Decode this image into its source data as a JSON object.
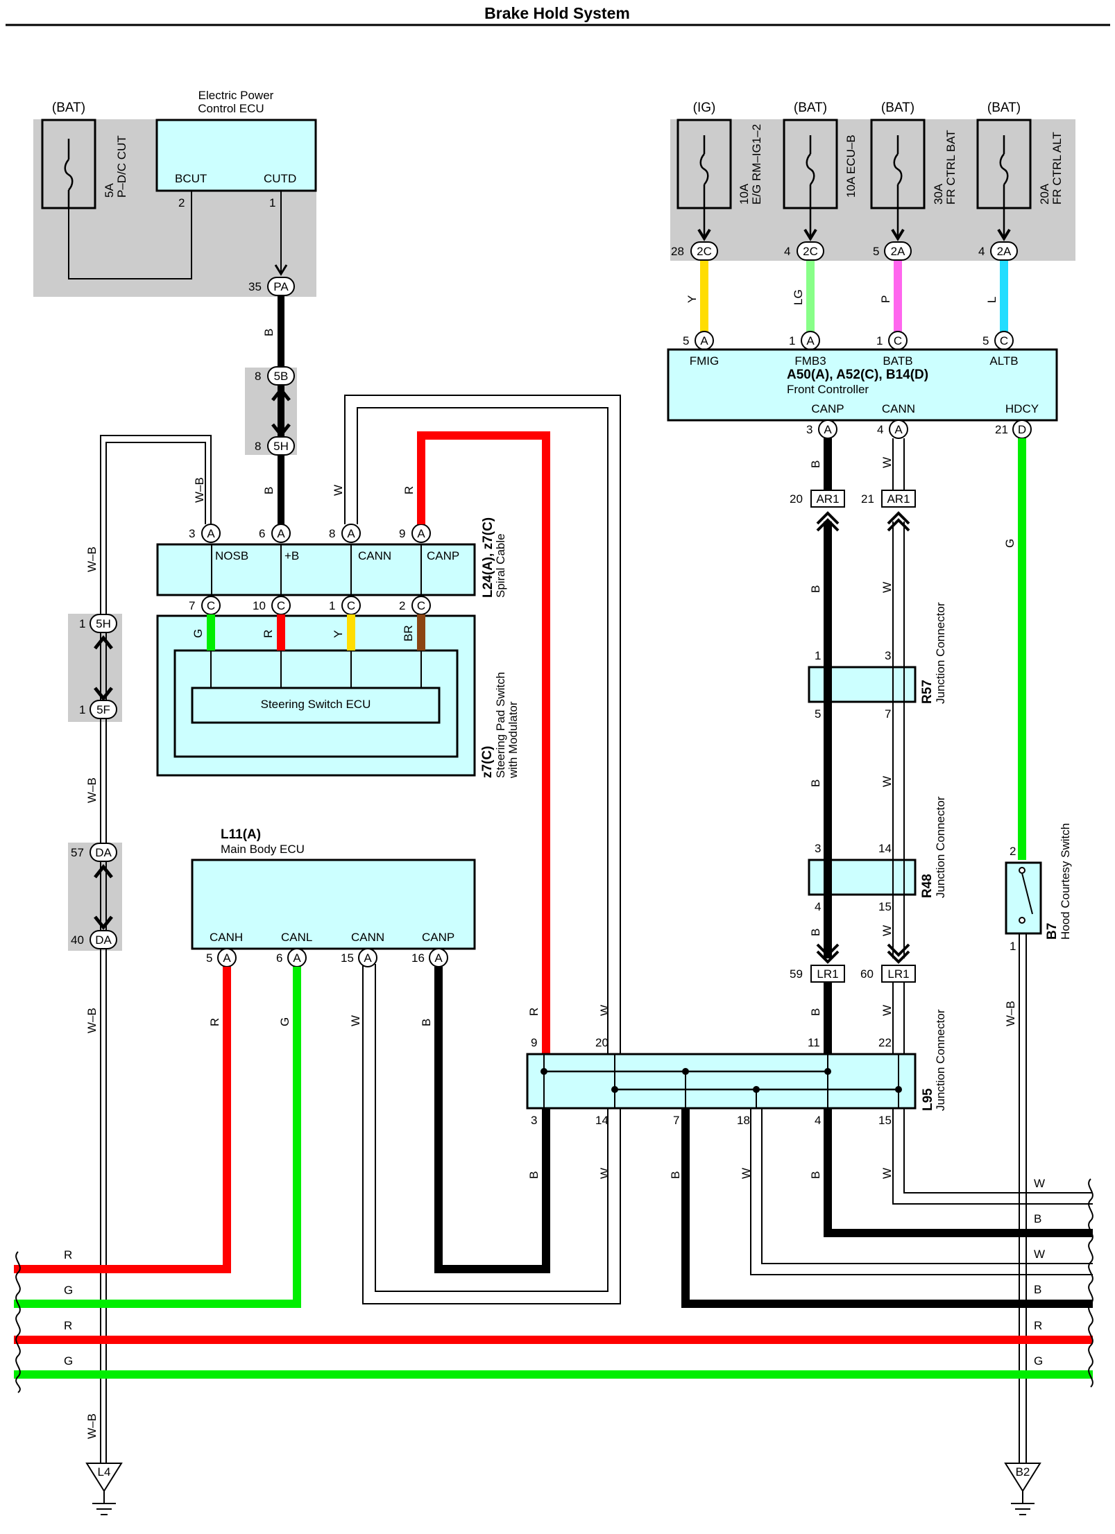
{
  "title": "Brake Hold System",
  "colors": {
    "R": "#ff0000",
    "G": "#00ee00",
    "B": "#000000",
    "Y": "#ffdd00",
    "LG": "#88ff88",
    "P": "#ff66ee",
    "L": "#22ddff",
    "BR": "#8b4513",
    "box": "#ccffff",
    "gray": "#cccccc"
  },
  "text": {
    "bat": "(BAT)",
    "ig": "(IG)",
    "epc_l1": "Electric Power",
    "epc_l2": "Control ECU",
    "bcut": "BCUT",
    "cutd": "CUTD",
    "fuse_pdc_l1": "5A",
    "fuse_pdc_l2": "P–D/C CUT",
    "fuse_eg_l1": "10A",
    "fuse_eg_l2": "E/G RM–IG1–2",
    "fuse_ecub": "10A ECU–B",
    "fuse_frbat_l1": "30A",
    "fuse_frbat_l2": "FR CTRL BAT",
    "fuse_fralt_l1": "20A",
    "fuse_fralt_l2": "FR CTRL ALT",
    "fc_fmig": "FMIG",
    "fc_fmb3": "FMB3",
    "fc_batb": "BATB",
    "fc_altb": "ALTB",
    "fc_id": "A50(A), A52(C), B14(D)",
    "fc_name": "Front Controller",
    "fc_canp": "CANP",
    "fc_cann": "CANN",
    "fc_hdcy": "HDCY",
    "sc_nosb": "NOSB",
    "sc_b": "+B",
    "sc_cann": "CANN",
    "sc_canp": "CANP",
    "sc_id": "L24(A), z7(C)",
    "sc_name": "Spiral Cable",
    "ssw_ecu": "Steering Switch  ECU",
    "sp_id": "z7(C)",
    "sp_l1": "Steering Pad Switch",
    "sp_l2": "with Modulator",
    "mb_id": "L11(A)",
    "mb_name": "Main Body ECU",
    "mb_canh": "CANH",
    "mb_canl": "CANL",
    "mb_cann": "CANN",
    "mb_canp": "CANP",
    "jc": "Junction Connector",
    "r57": "R57",
    "r48": "R48",
    "l95": "L95",
    "b7": "B7",
    "hood": "Hood Courtesy Switch",
    "l4": "L4",
    "b2": "B2"
  },
  "connectors": {
    "pa": "PA",
    "c5b": "5B",
    "c5h": "5H",
    "c5f": "5F",
    "da": "DA",
    "c2c": "2C",
    "c2a": "2A",
    "ar1": "AR1",
    "lr1": "LR1",
    "a": "A",
    "c": "C",
    "d": "D"
  },
  "pins": {
    "p35": "35",
    "p8": "8",
    "p3": "3",
    "p6": "6",
    "p9": "9",
    "p7": "7",
    "p10": "10",
    "p1": "1",
    "p2": "2",
    "p5": "5",
    "p15": "15",
    "p16": "16",
    "p57": "57",
    "p40": "40",
    "p28": "28",
    "p4": "4",
    "p21": "21",
    "p20": "20",
    "p59": "59",
    "p60": "60",
    "p14": "14",
    "p11": "11",
    "p22": "22",
    "p18": "18"
  },
  "wires": {
    "R": "R",
    "G": "G",
    "B": "B",
    "W": "W",
    "Y": "Y",
    "LG": "LG",
    "P": "P",
    "L": "L",
    "BR": "BR",
    "WB": "W–B"
  }
}
